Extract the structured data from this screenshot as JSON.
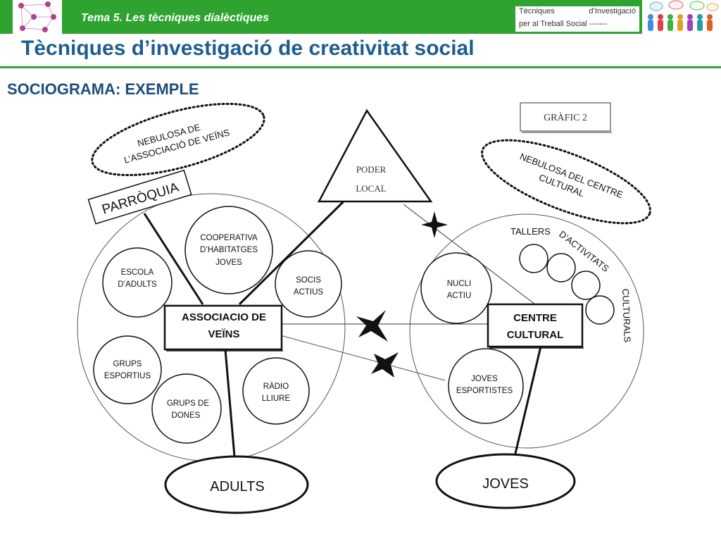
{
  "header": {
    "title": "Tema 5. Les tècniques dialèctiques",
    "right_word1": "Tècniques",
    "right_word2": "d’Investigació",
    "right_line2": "per al Treball Social -------"
  },
  "page": {
    "title": "Tècniques d’investigació de creativitat social",
    "subtitle": "SOCIOGRAMA: EXEMPLE"
  },
  "diagram": {
    "grafic_label": "GRÀFIC 2",
    "nebula_left": [
      "NEBULOSA DE",
      "L’ASSOCIACIÓ DE VEÏNS"
    ],
    "nebula_right": [
      "NEBULOSA DEL CENTRE",
      "CULTURAL"
    ],
    "parroquia": "PARRÒQUIA",
    "poder_local": [
      "PODER",
      "LOCAL"
    ],
    "assoc_veins": [
      "ASSOCIACIO DE",
      "VEÏNS"
    ],
    "centre_cultural": [
      "CENTRE",
      "CULTURAL"
    ],
    "cooperativa": [
      "COOPERATIVA",
      "D’HABITATGES",
      "JOVES"
    ],
    "escola": [
      "ESCOLA",
      "D’ADULTS"
    ],
    "socis": [
      "SOCIS",
      "ACTIUS"
    ],
    "grups_esportius": [
      "GRUPS",
      "ESPORTIUS"
    ],
    "grups_dones": [
      "GRUPS DE",
      "DONES"
    ],
    "radio": [
      "RÀDIO",
      "LLIURE"
    ],
    "nucli": [
      "NUCLI",
      "ACTIU"
    ],
    "joves_esportistes": [
      "JOVES",
      "ESPORTISTES"
    ],
    "tallers": "TALLERS",
    "dactivitats": "D’ACTIVITATS",
    "culturals": "CULTURALS",
    "adults": "ADULTS",
    "joves": "JOVES"
  }
}
